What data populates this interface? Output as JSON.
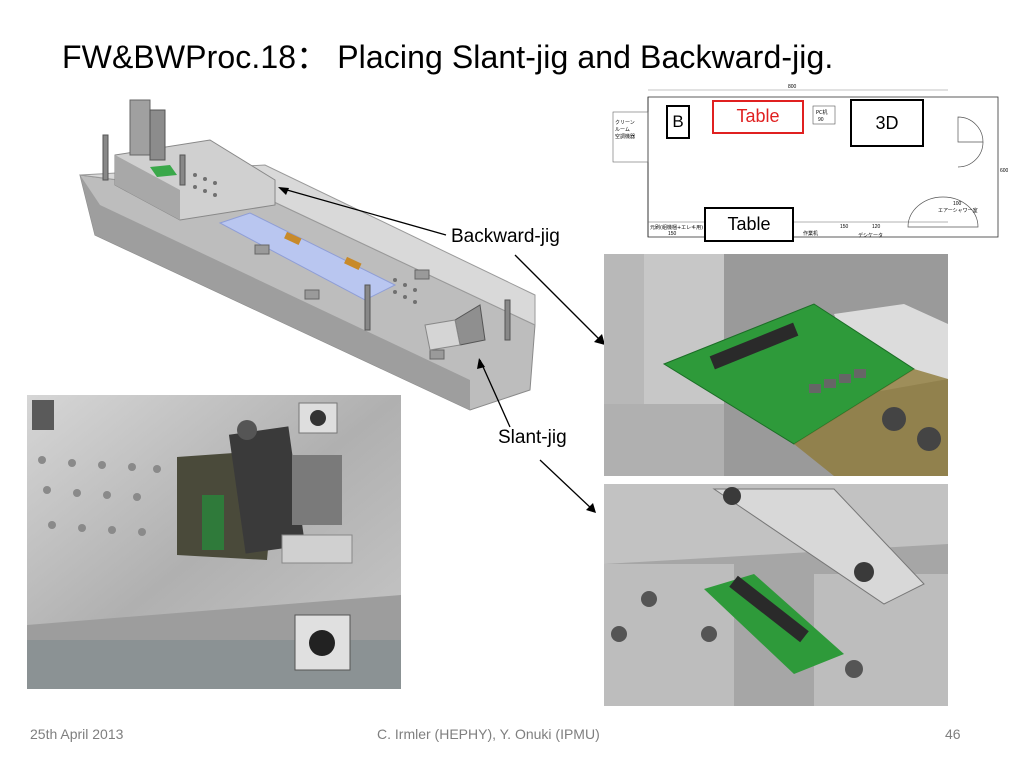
{
  "slide": {
    "title": "FW&BWProc.18： Placing Slant-jig and Backward-jig.",
    "labels": {
      "backward_jig": "Backward-jig",
      "slant_jig": "Slant-jig"
    },
    "floorplan": {
      "box_b": "B",
      "box_table_top": "Table",
      "box_3d": "3D",
      "box_table_bottom": "Table",
      "dim_top": "800",
      "dim_right": "600",
      "room_label_1": "クリーン",
      "room_label_2": "ルーム",
      "room_label_3": "空調機器",
      "pc_label": "PC机",
      "pc_dim": "90",
      "bottom_left_label": "元刷(組機梱+エレキ用)",
      "bottom_left_dim": "150",
      "bench_label": "作業机",
      "dim_150": "150",
      "dim_120": "120",
      "desiccator": "デシケータ",
      "air_shower": "エアーシャワー室",
      "dim_100": "100"
    },
    "footer": {
      "date": "25th April 2013",
      "authors": "C. Irmler (HEPHY), Y. Onuki (IPMU)",
      "page": "46"
    }
  },
  "colors": {
    "table_highlight": "#e02020",
    "pcb_green": "#2e9a3a",
    "metal": "#c8c8c8"
  }
}
